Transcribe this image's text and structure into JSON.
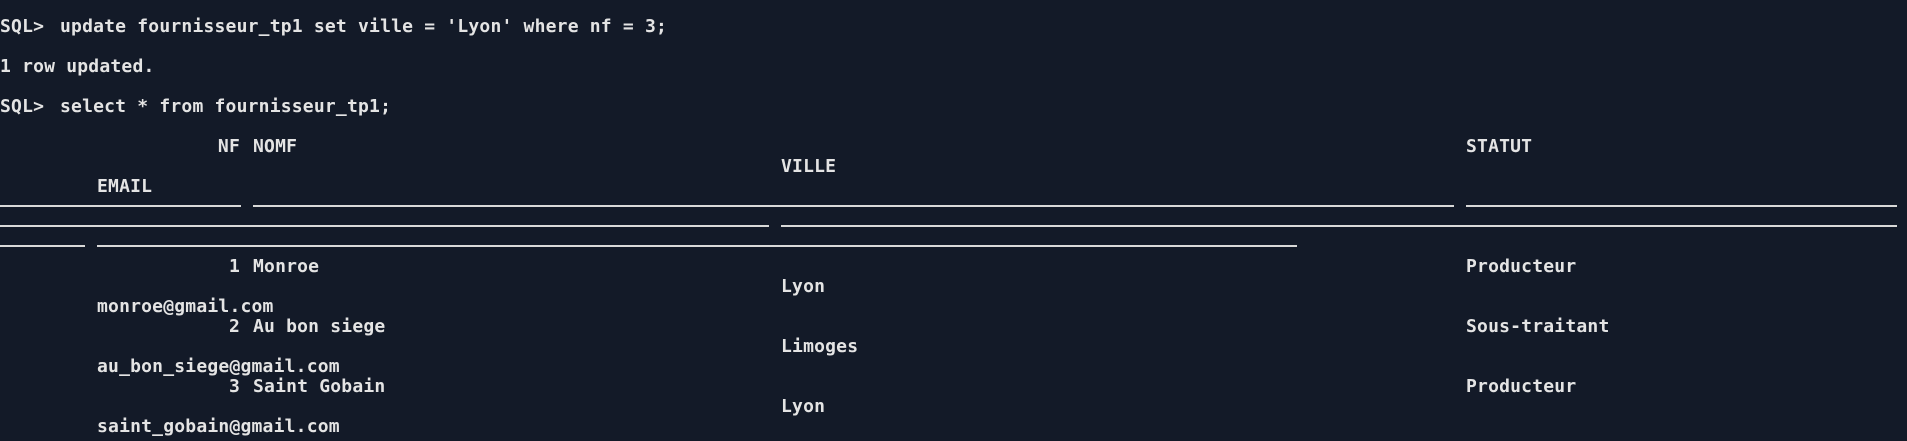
{
  "terminal": {
    "prompt": "SQL>",
    "commands": [
      "update fournisseur_tp1 set ville = 'Lyon' where nf = 3;",
      "select * from fournisseur_tp1;"
    ],
    "update_feedback": "1 row updated."
  },
  "result": {
    "columns": {
      "nf": "NF",
      "nomf": "NOMF",
      "ville": "VILLE",
      "statut": "STATUT",
      "email": "EMAIL"
    },
    "rows": [
      {
        "nf": "1",
        "nomf": "Monroe",
        "ville": "Lyon",
        "statut": "Producteur",
        "email": "monroe@gmail.com"
      },
      {
        "nf": "2",
        "nomf": "Au bon siege",
        "ville": "Limoges",
        "statut": "Sous-traitant",
        "email": "au_bon_siege@gmail.com"
      },
      {
        "nf": "3",
        "nomf": "Saint Gobain",
        "ville": "Lyon",
        "statut": "Producteur",
        "email": "saint_gobain@gmail.com"
      }
    ]
  },
  "colors": {
    "background": "#131a28",
    "text": "#e4e4e4"
  }
}
